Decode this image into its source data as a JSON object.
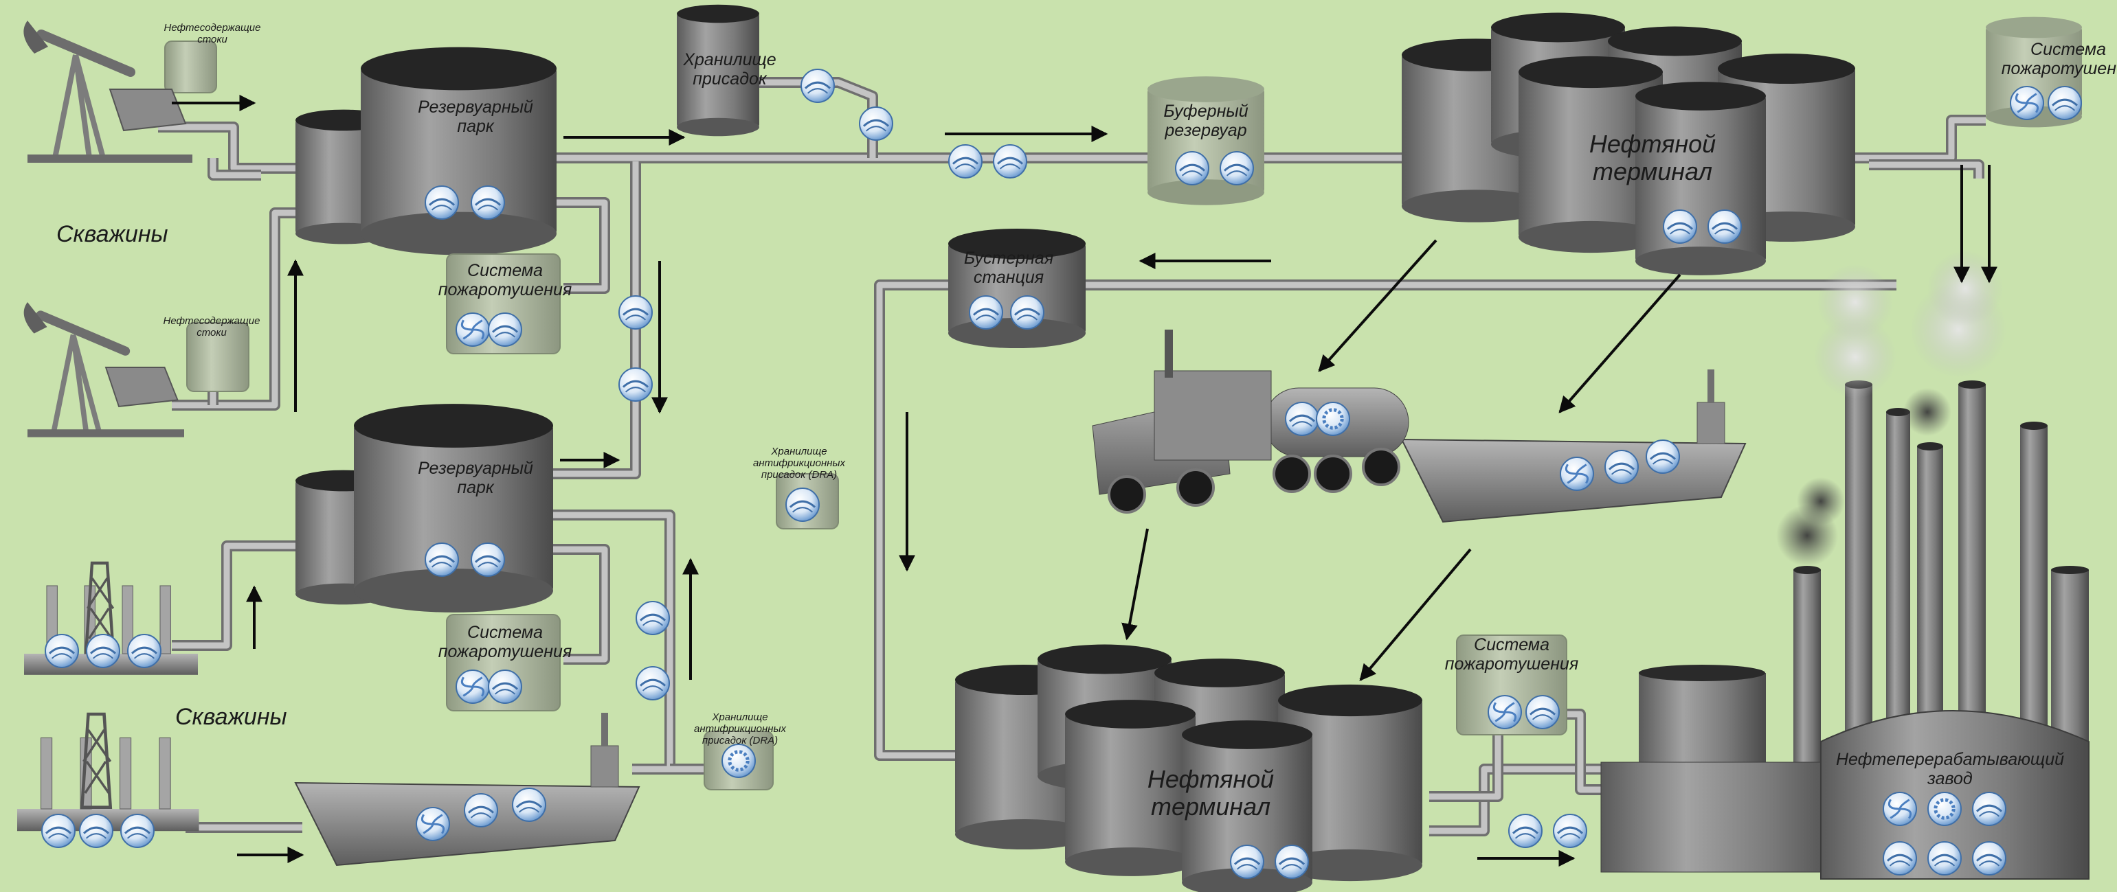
{
  "labels": {
    "wells": "Скважины",
    "reservoir_park": "Резервуарный\nпарк",
    "fire_system": "Система\nпожаротушения",
    "oily_wastewater": "Нефтесодержащие\nстоки",
    "additive_storage": "Хранилище\nприсадок",
    "buffer_tank": "Буферный\nрезервуар",
    "oil_terminal": "Нефтяной\nтерминал",
    "booster_station": "Бустерная\nстанция",
    "dra_storage": "Хранилище\nантифрикционных\nприсадок (DRA)",
    "refinery": "Нефтеперерабатывающий\nзавод"
  },
  "colors": {
    "background": "#c9e2ad",
    "pipe": "#9a9a9a",
    "pipe_highlight": "#d6d6d6",
    "tank": "#7d7d7d",
    "tank_top": "#2a2a2a",
    "faded_tank": "#a9b79a",
    "arrow": "#0b0b0b",
    "valve_blue": "#6fa0d6"
  },
  "icons": [
    "valve-icon",
    "pump-icon",
    "oil-well-pumpjack-icon",
    "offshore-platform-icon",
    "tanker-truck-icon",
    "ship-icon",
    "refinery-icon",
    "smoke-icon",
    "arrow-icon"
  ]
}
